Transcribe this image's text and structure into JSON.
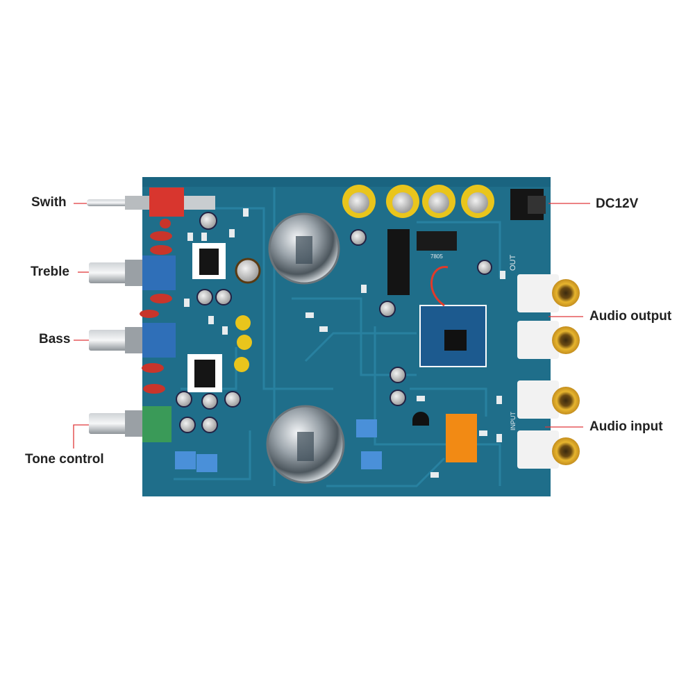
{
  "labels": {
    "switch": "Swith",
    "treble": "Treble",
    "bass": "Bass",
    "tone": "Tone control",
    "dc": "DC12V",
    "audio_output": "Audio output",
    "audio_input": "Audio input"
  },
  "board_silkscreen": {
    "out": "OUT",
    "input": "INPUT",
    "regulator": "7805"
  },
  "colors": {
    "board": "#1f6e8a",
    "board_dark": "#16566d",
    "leader_line": "#e0383a",
    "label_text": "#222222",
    "jack_gold": "#d9a21b",
    "pot_blue": "#2f6fb8",
    "pot_green": "#3a9a58",
    "cap_yellow": "#e9c51c",
    "film_cap_blue": "#4a90d9",
    "switch_red": "#d8362e"
  }
}
